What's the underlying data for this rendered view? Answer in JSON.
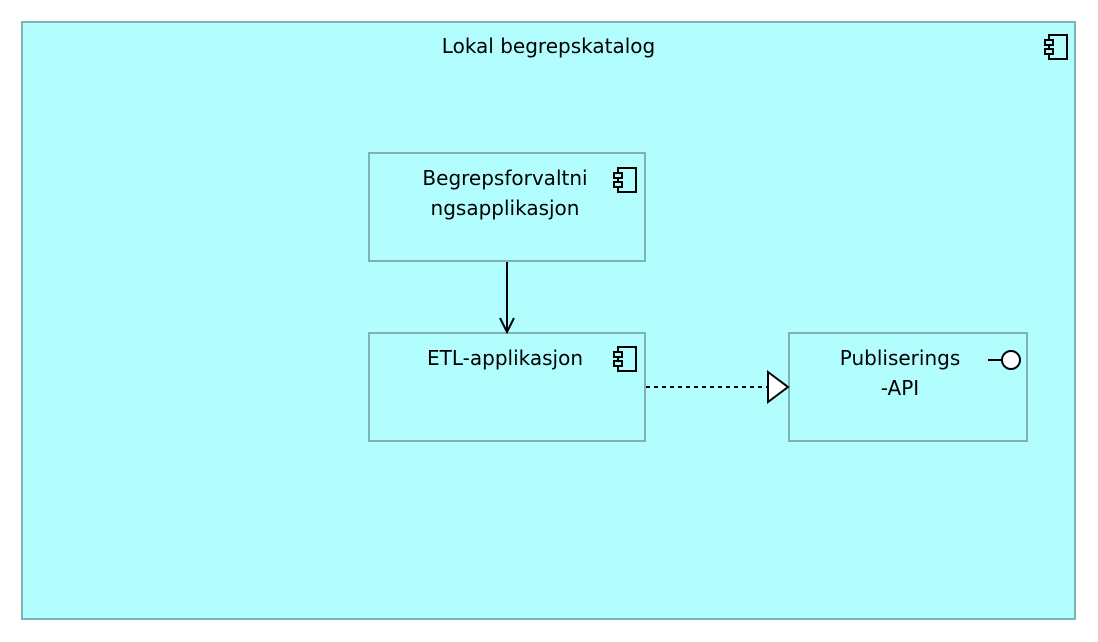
{
  "diagram": {
    "container": {
      "title": "Lokal begrepskatalog",
      "icon": "component-icon"
    },
    "nodes": [
      {
        "id": "begrepsforvaltning",
        "label_line1": "Begrepsforvaltni",
        "label_line2": "ngsapplikasjon",
        "icon": "component-icon"
      },
      {
        "id": "etl",
        "label_line1": "ETL-applikasjon",
        "icon": "component-icon"
      },
      {
        "id": "publiserings-api",
        "label_line1": "Publiserings",
        "label_line2": "-API",
        "icon": "interface-icon"
      }
    ],
    "edges": [
      {
        "from": "begrepsforvaltning",
        "to": "etl",
        "style": "solid",
        "arrowhead": "open"
      },
      {
        "from": "etl",
        "to": "publiserings-api",
        "style": "dotted",
        "arrowhead": "hollow-triangle"
      }
    ],
    "colors": {
      "fill": "#b2fefe",
      "border": "#7fb3b3",
      "line": "#000000"
    }
  }
}
